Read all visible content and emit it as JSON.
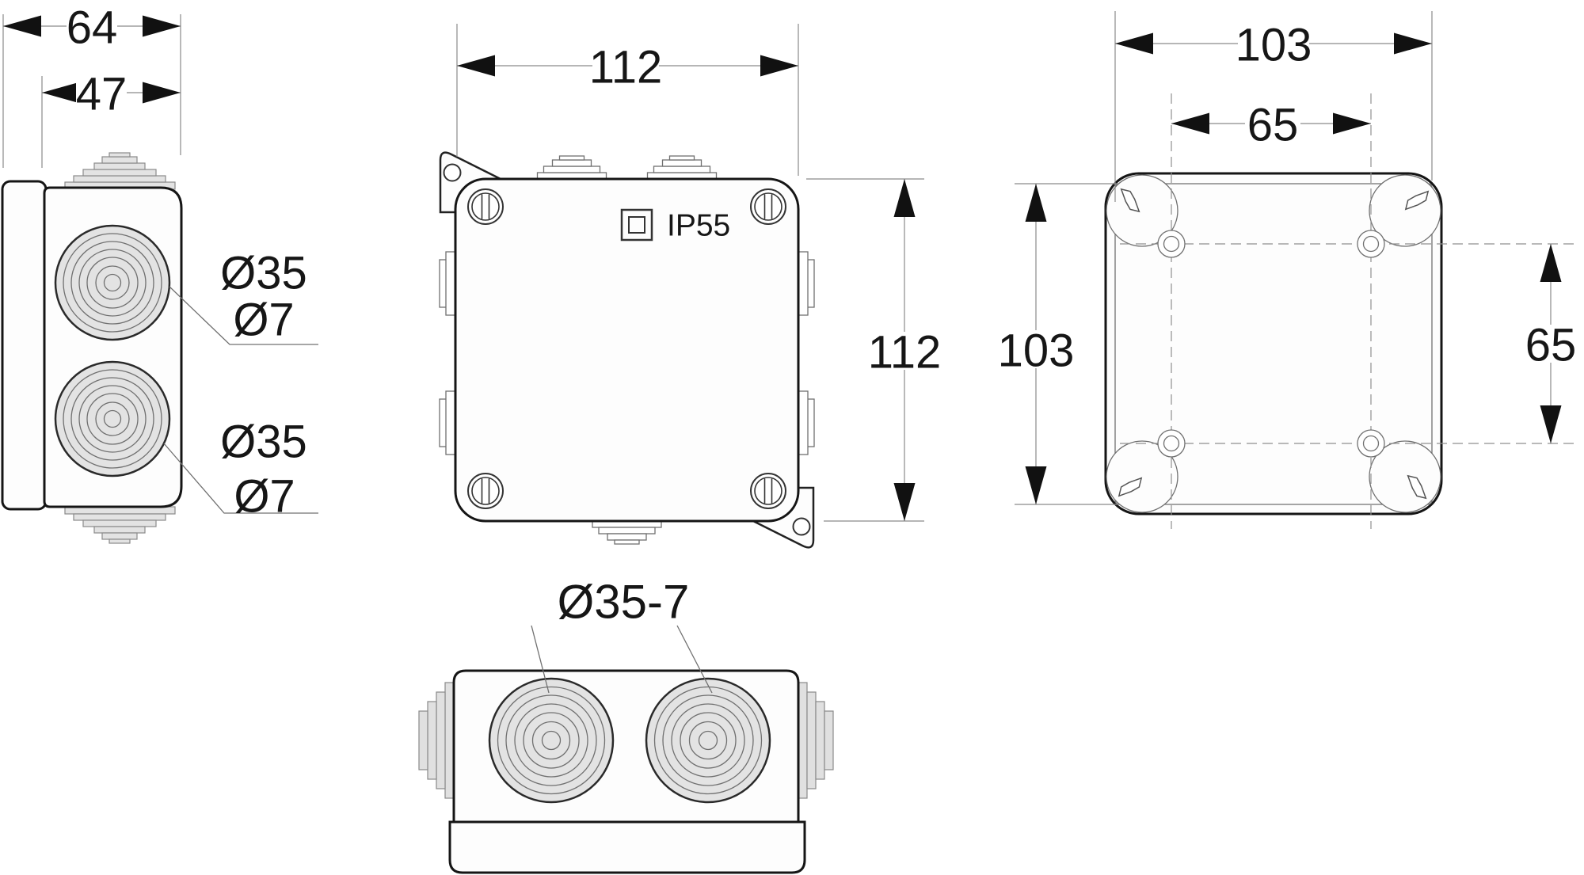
{
  "drawing": {
    "style": {
      "line_color": "#151515",
      "detail_line_color": "#707070",
      "dimension_line_color": "#8a8a8a",
      "knockout_fill": "#e3e3e3",
      "body_fill": "#fdfdfd"
    },
    "side_view": {
      "dim_overall_depth": "64",
      "dim_body_depth": "47",
      "knockout_top_dia": "Ø35",
      "knockout_top_pilot": "Ø7",
      "knockout_bottom_dia": "Ø35",
      "knockout_bottom_pilot": "Ø7"
    },
    "front_view": {
      "dim_width": "112",
      "dim_height": "112",
      "protection_rating": "IP55"
    },
    "back_view": {
      "dim_width": "103",
      "dim_hole_spacing_h": "65",
      "dim_height": "103",
      "dim_hole_spacing_v": "65"
    },
    "bottom_view": {
      "knockouts_label": "Ø35-7"
    }
  }
}
